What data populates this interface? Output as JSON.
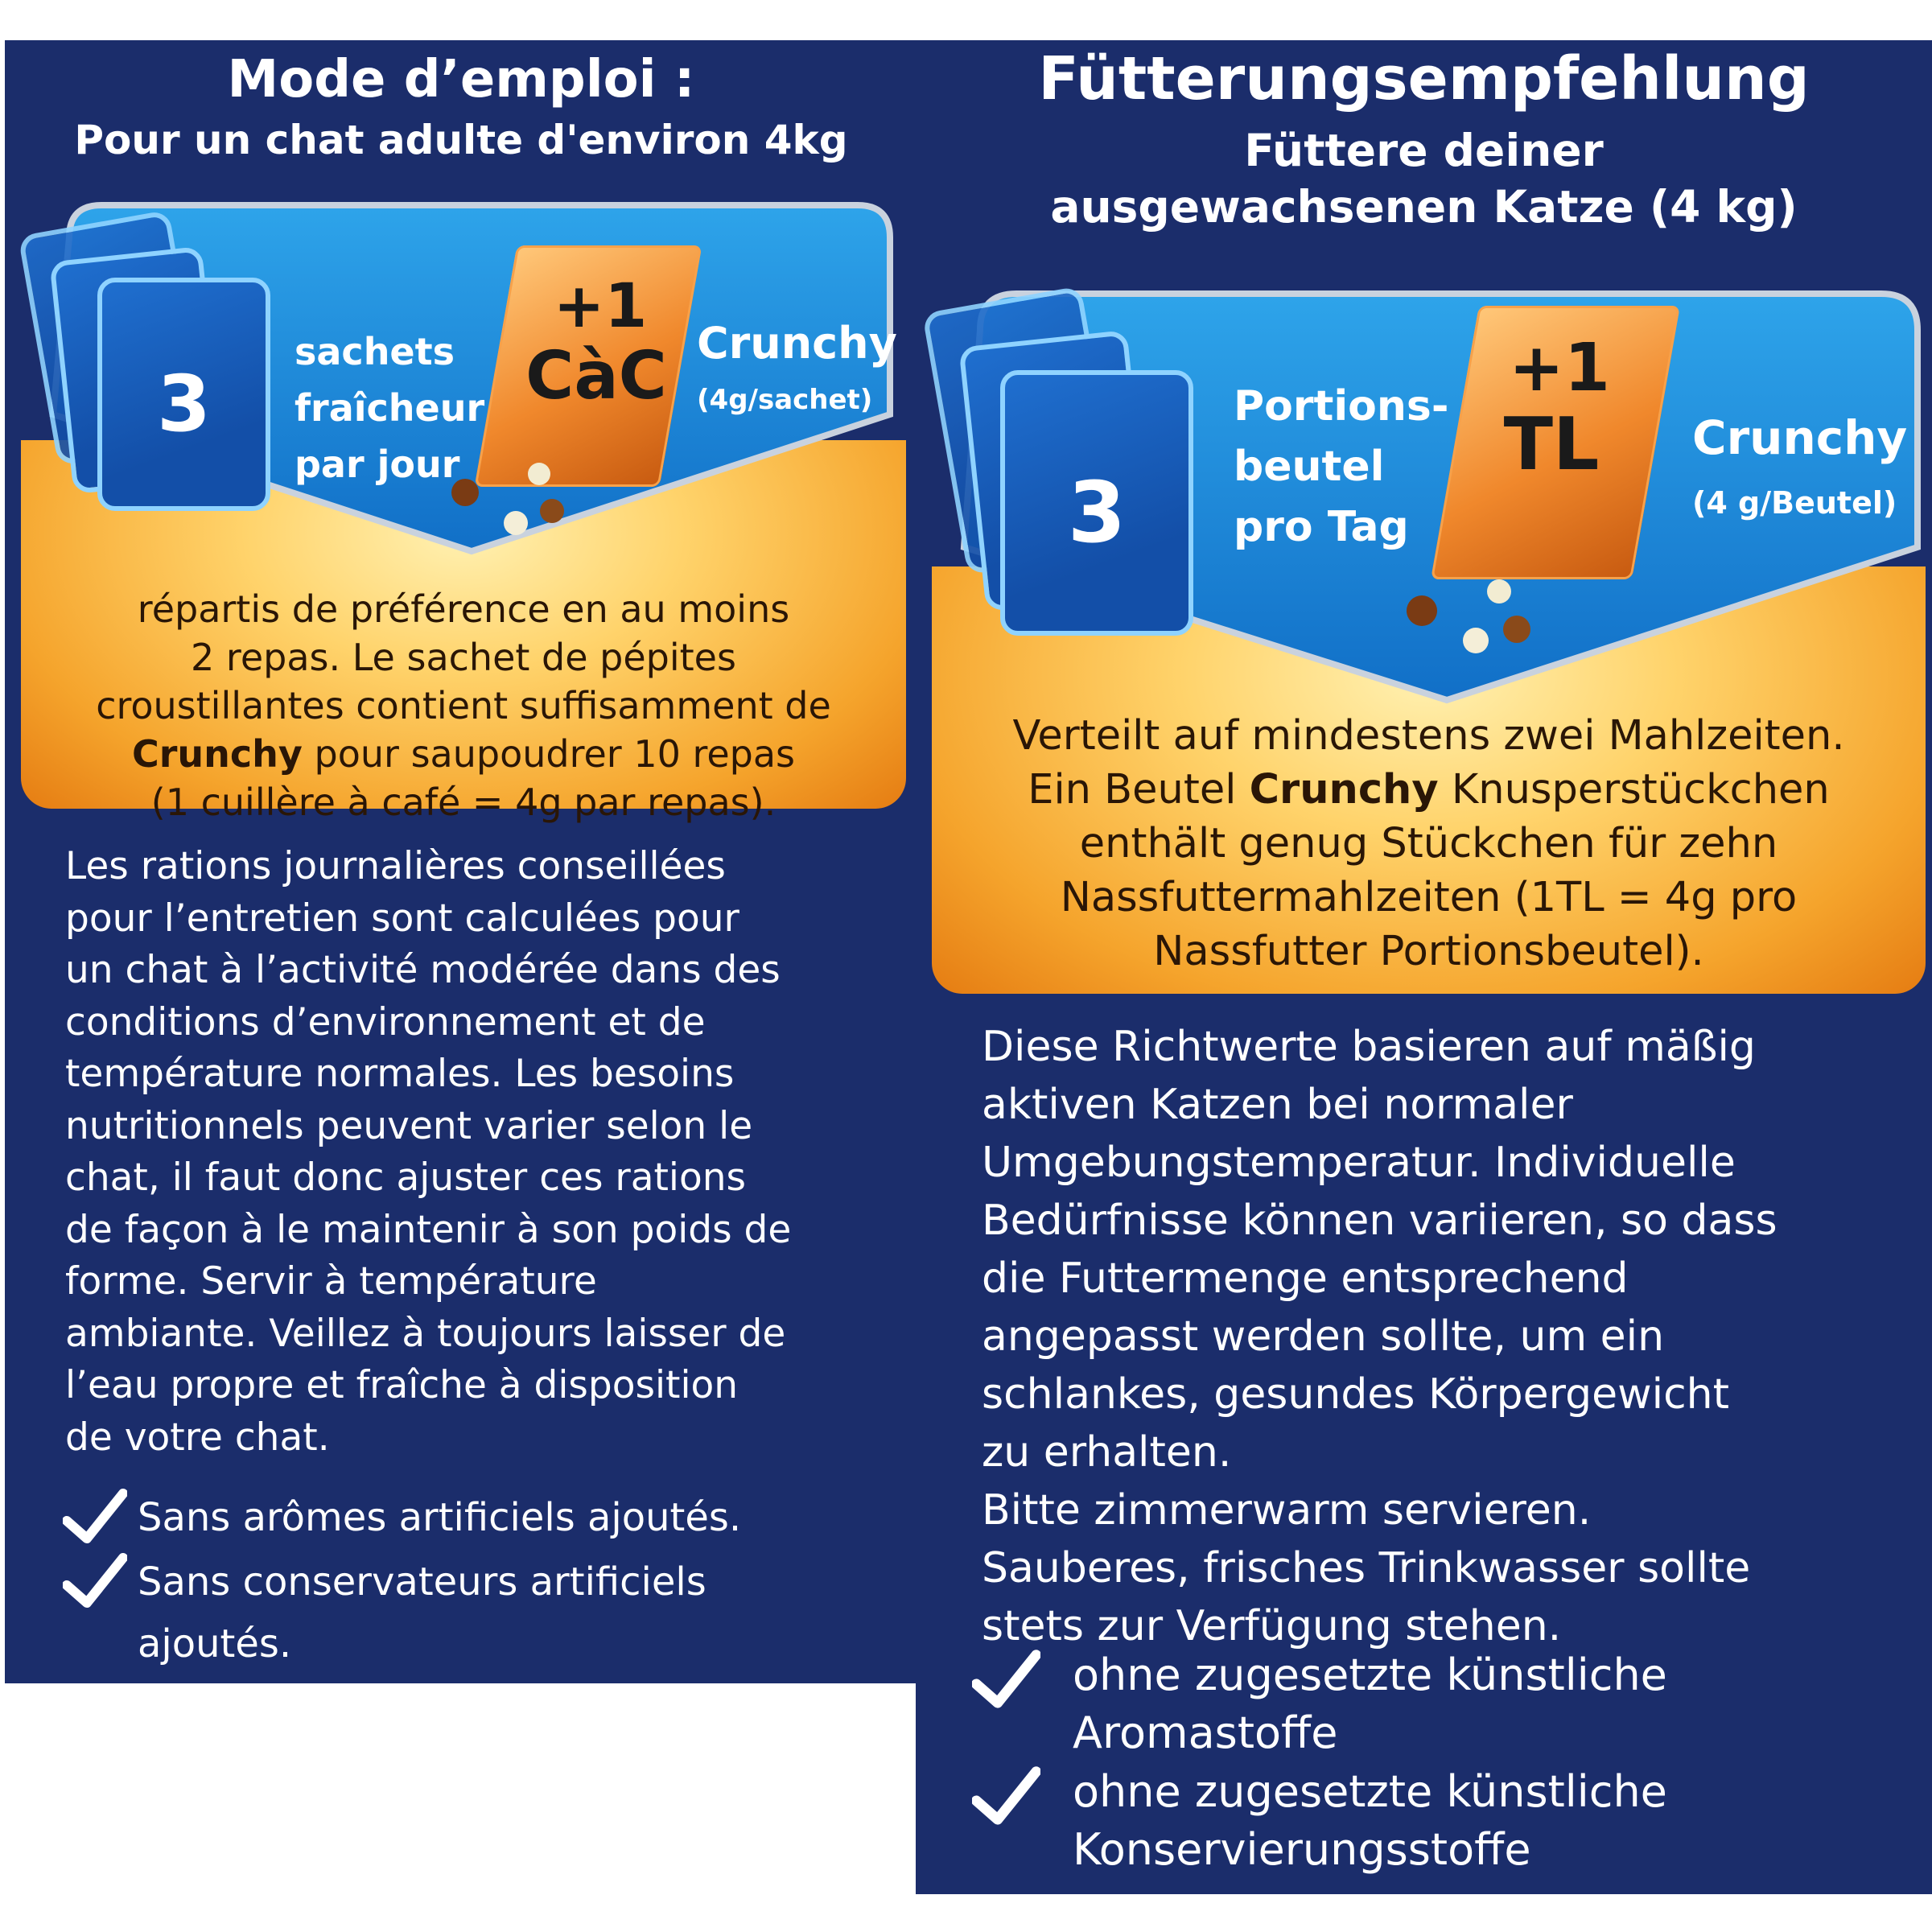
{
  "fr": {
    "title": "Mode d’emploi :",
    "subtitle": "Pour un chat adulte d'environ 4kg",
    "pouch_count": "3",
    "pouch_label_lines": [
      "sachets",
      "fraîcheur",
      "par jour"
    ],
    "spoon_plus": "+1",
    "spoon_unit": "CàC",
    "crunchy": "Crunchy",
    "crunchy_note": "(4g/sachet)",
    "banner_text_lines": [
      "répartis de préférence en au moins",
      "2 repas. Le sachet de pépites",
      "croustillantes contient suffisamment de"
    ],
    "banner_line4_bold": "Crunchy",
    "banner_line4_rest": " pour saupoudrer 10 repas",
    "banner_line5": "(1 cuillère à café = 4g par repas).",
    "body_lines": [
      "Les rations journalières conseillées",
      "pour l’entretien sont calculées pour",
      "un chat à l’activité modérée dans des",
      "conditions d’environnement et de",
      "température normales. Les besoins",
      "nutritionnels peuvent varier selon le",
      "chat, il faut donc ajuster ces rations",
      "de façon à le maintenir à son poids de",
      "forme. Servir à température",
      "ambiante. Veillez à toujours laisser de",
      "l’eau propre et fraîche à disposition",
      "de votre chat."
    ],
    "bullet1": "Sans arômes artificiels ajoutés.",
    "bullet2_line1": "Sans conservateurs artificiels",
    "bullet2_line2": "ajoutés."
  },
  "de": {
    "title": "Fütterungsempfehlung",
    "subtitle_line1": "Füttere deiner",
    "subtitle_line2": "ausgewachsenen Katze (4 kg)",
    "pouch_count": "3",
    "pouch_label_lines": [
      "Portions-",
      "beutel",
      "pro Tag"
    ],
    "spoon_plus": "+1",
    "spoon_unit": "TL",
    "crunchy": "Crunchy",
    "crunchy_note": "(4 g/Beutel)",
    "banner_line1": "Verteilt auf mindestens zwei Mahlzeiten.",
    "banner_line2_pre": "Ein Beutel ",
    "banner_line2_bold": "Crunchy",
    "banner_line2_post": " Knusperstückchen",
    "banner_line3": "enthält genug Stückchen für zehn",
    "banner_line4": "Nassfuttermahlzeiten (1TL = 4g pro",
    "banner_line5": "Nassfutter Portionsbeutel).",
    "body_lines": [
      "Diese Richtwerte basieren auf mäßig",
      "aktiven Katzen bei normaler",
      "Umgebungstemperatur. Individuelle",
      "Bedürfnisse können variieren, so dass",
      "die Futtermenge entsprechend",
      "angepasst werden sollte, um ein",
      "schlankes, gesundes Körpergewicht",
      "zu erhalten.",
      "Bitte zimmerwarm servieren.",
      "Sauberes, frisches Trinkwasser sollte",
      "stets zur Verfügung stehen."
    ],
    "bullet1_line1": "ohne zugesetzte künstliche",
    "bullet1_line2": "Aromastoffe",
    "bullet2_line1": "ohne zugesetzte künstliche",
    "bullet2_line2": "Konservierungsstoffe"
  },
  "colors": {
    "panel_bg": "#1b2d6b",
    "banner_blue": "#1f8ddc",
    "banner_gold": "#f7b84a",
    "dark_text": "#2a1606"
  },
  "icons": [
    "food-pouch-icon",
    "crunchy-bag-icon",
    "kibble-icon",
    "checkmark-icon"
  ]
}
